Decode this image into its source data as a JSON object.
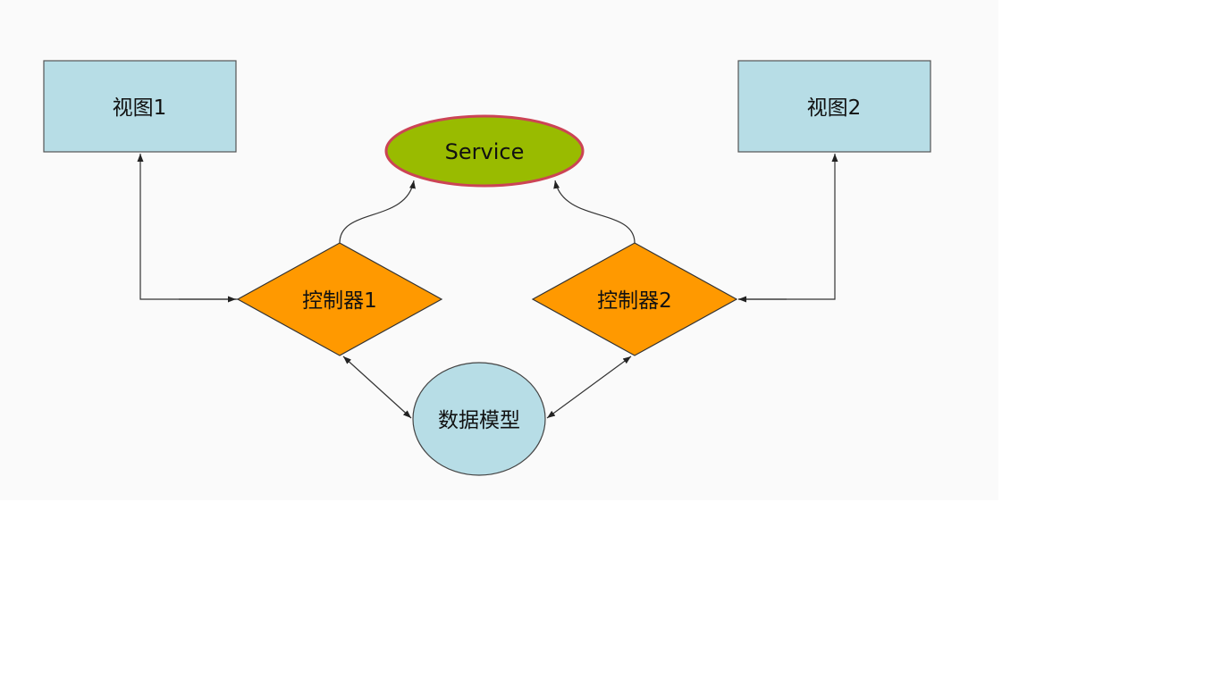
{
  "diagram": {
    "nodes": {
      "view1": {
        "label": "视图1",
        "fill": "#b7dde6"
      },
      "view2": {
        "label": "视图2",
        "fill": "#b7dde6"
      },
      "service": {
        "label": "Service",
        "fill": "#99bb00",
        "stroke": "#cc4455"
      },
      "controller1": {
        "label": "控制器1",
        "fill": "#ff9900"
      },
      "controller2": {
        "label": "控制器2",
        "fill": "#ff9900"
      },
      "model": {
        "label": "数据模型",
        "fill": "#b7dde6"
      }
    },
    "edges": [
      {
        "from": "controller1",
        "to": "view1",
        "direction": "to"
      },
      {
        "from": "controller2",
        "to": "view2",
        "direction": "to"
      },
      {
        "from": "view2",
        "to": "controller2",
        "direction": "to"
      },
      {
        "from": "controller1",
        "to": "service",
        "direction": "to"
      },
      {
        "from": "controller2",
        "to": "service",
        "direction": "to"
      },
      {
        "from": "controller1",
        "to": "model",
        "direction": "both"
      },
      {
        "from": "controller2",
        "to": "model",
        "direction": "both"
      }
    ]
  }
}
